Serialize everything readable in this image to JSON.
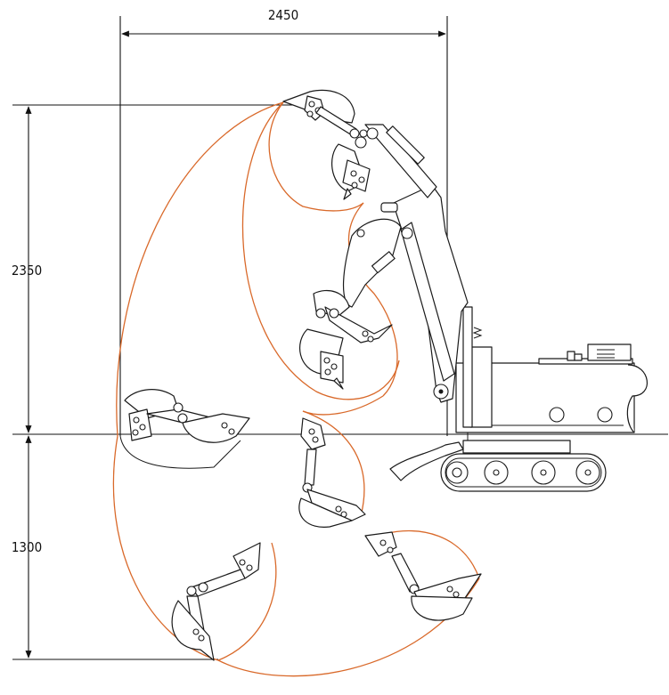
{
  "dimensions": {
    "reach_width": "2450",
    "dump_height": "2350",
    "dig_depth": "1300"
  },
  "colors": {
    "envelope": "#d9692a",
    "lines": "#1a1a1a"
  }
}
